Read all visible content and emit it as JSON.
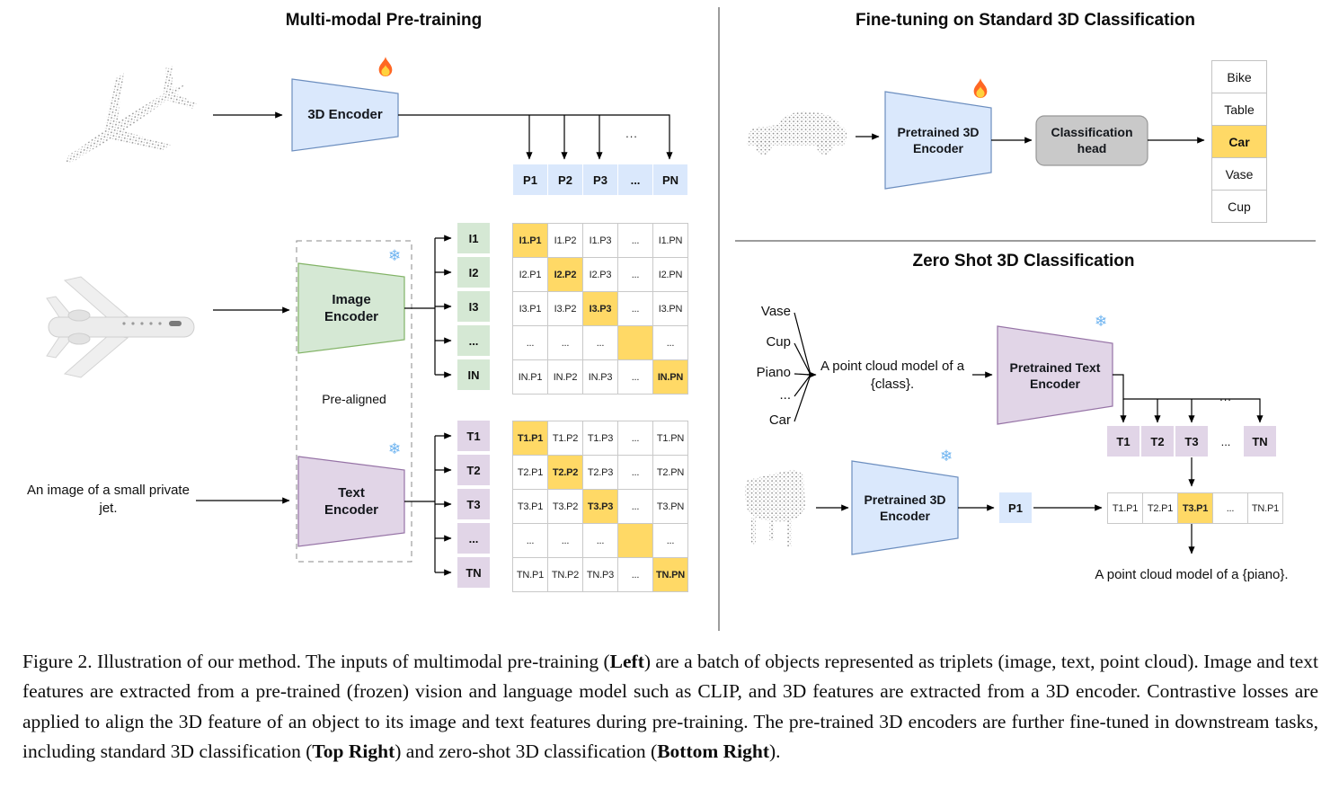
{
  "colors": {
    "highlight": "#ffd966",
    "blue": "#dae8fc",
    "green": "#d5e8d4",
    "purple": "#e1d5e7",
    "head_gray": "#c9c9c9"
  },
  "icons": {
    "snowflake_glyph": "❄"
  },
  "pretraining": {
    "title": "Multi-modal Pre-training",
    "encoder3d_label": "3D Encoder",
    "image_encoder_label": "Image Encoder",
    "text_encoder_label": "Text Encoder",
    "prealigned": "Pre-aligned",
    "text_input": "An image of a small private jet.",
    "dots": "...",
    "p_row": [
      "P1",
      "P2",
      "P3",
      "...",
      "PN"
    ],
    "i_labels": [
      "I1",
      "I2",
      "I3",
      "...",
      "IN"
    ],
    "t_labels": [
      "T1",
      "T2",
      "T3",
      "...",
      "TN"
    ],
    "i_matrix": [
      [
        "I1.P1",
        "I1.P2",
        "I1.P3",
        "...",
        "I1.PN"
      ],
      [
        "I2.P1",
        "I2.P2",
        "I2.P3",
        "...",
        "I2.PN"
      ],
      [
        "I3.P1",
        "I3.P2",
        "I3.P3",
        "...",
        "I3.PN"
      ],
      [
        "...",
        "...",
        "...",
        "",
        "..."
      ],
      [
        "IN.P1",
        "IN.P2",
        "IN.P3",
        "...",
        "IN.PN"
      ]
    ],
    "t_matrix": [
      [
        "T1.P1",
        "T1.P2",
        "T1.P3",
        "...",
        "T1.PN"
      ],
      [
        "T2.P1",
        "T2.P2",
        "T2.P3",
        "...",
        "T2.PN"
      ],
      [
        "T3.P1",
        "T3.P2",
        "T3.P3",
        "...",
        "T3.PN"
      ],
      [
        "...",
        "...",
        "...",
        "",
        "..."
      ],
      [
        "TN.P1",
        "TN.P2",
        "TN.P3",
        "...",
        "TN.PN"
      ]
    ]
  },
  "finetune": {
    "title": "Fine-tuning on Standard 3D Classification",
    "encoder_label": "Pretrained 3D Encoder",
    "head_label": "Classification head",
    "classes": [
      "Bike",
      "Table",
      "Car",
      "Vase",
      "Cup"
    ],
    "highlighted_class": "Car"
  },
  "zeroshot": {
    "title": "Zero Shot 3D Classification",
    "class_list": [
      "Vase",
      "Cup",
      "Piano",
      "...",
      "Car"
    ],
    "prompt": "A point cloud model of a {class}.",
    "text_encoder_label": "Pretrained Text Encoder",
    "encoder3d_label": "Pretrained 3D Encoder",
    "dots_above": "...",
    "t_row": [
      "T1",
      "T2",
      "T3",
      "...",
      "TN"
    ],
    "p_cell": "P1",
    "result_row": [
      "T1.P1",
      "T2.P1",
      "T3.P1",
      "...",
      "TN.P1"
    ],
    "highlighted_result": "T3.P1",
    "result_text": "A point cloud model of a {piano}."
  },
  "caption": {
    "seg1": "Figure 2. Illustration of our method. The inputs of multimodal pre-training (",
    "bold1": "Left",
    "seg2": ") are a batch of objects represented as triplets (image, text, point cloud). Image and text features are extracted from a pre-trained (frozen) vision and language model such as CLIP, and 3D features are extracted from a 3D encoder. Contrastive losses are applied to align the 3D feature of an object to its image and text features during pre-training. The pre-trained 3D encoders are further fine-tuned in downstream tasks, including standard 3D classification (",
    "bold2": "Top Right",
    "seg3": ") and zero-shot 3D classification (",
    "bold3": "Bottom Right",
    "seg4": ")."
  }
}
